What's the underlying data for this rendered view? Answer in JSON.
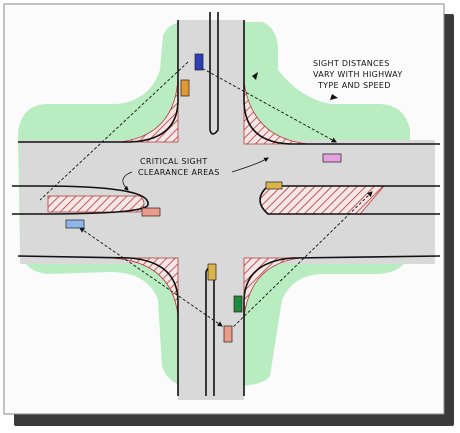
{
  "labels": {
    "sight_distance_line1": "SIGHT DISTANCES",
    "sight_distance_line2": "VARY WITH HIGHWAY",
    "sight_distance_line3": "TYPE AND SPEED",
    "critical_line1": "CRITICAL SIGHT",
    "critical_line2": "CLEARANCE AREAS"
  },
  "colors": {
    "frame_shadow": "#3a3a3a",
    "paper": "#fbfbfb",
    "grass": "#b9ecc0",
    "pavement": "#d9d9d9",
    "road_edge": "#111111",
    "hatch": "#b23a3a",
    "hatch_fill": "#f6e6e6",
    "vehicle_blue": "#2a3fb8",
    "vehicle_orange": "#e39a2c",
    "vehicle_pink": "#e6a2e0",
    "vehicle_salmon": "#ec9a8a",
    "vehicle_lightblue": "#8fb6ea",
    "vehicle_green": "#1e8a3a",
    "vehicle_yellow": "#d9b44a"
  }
}
